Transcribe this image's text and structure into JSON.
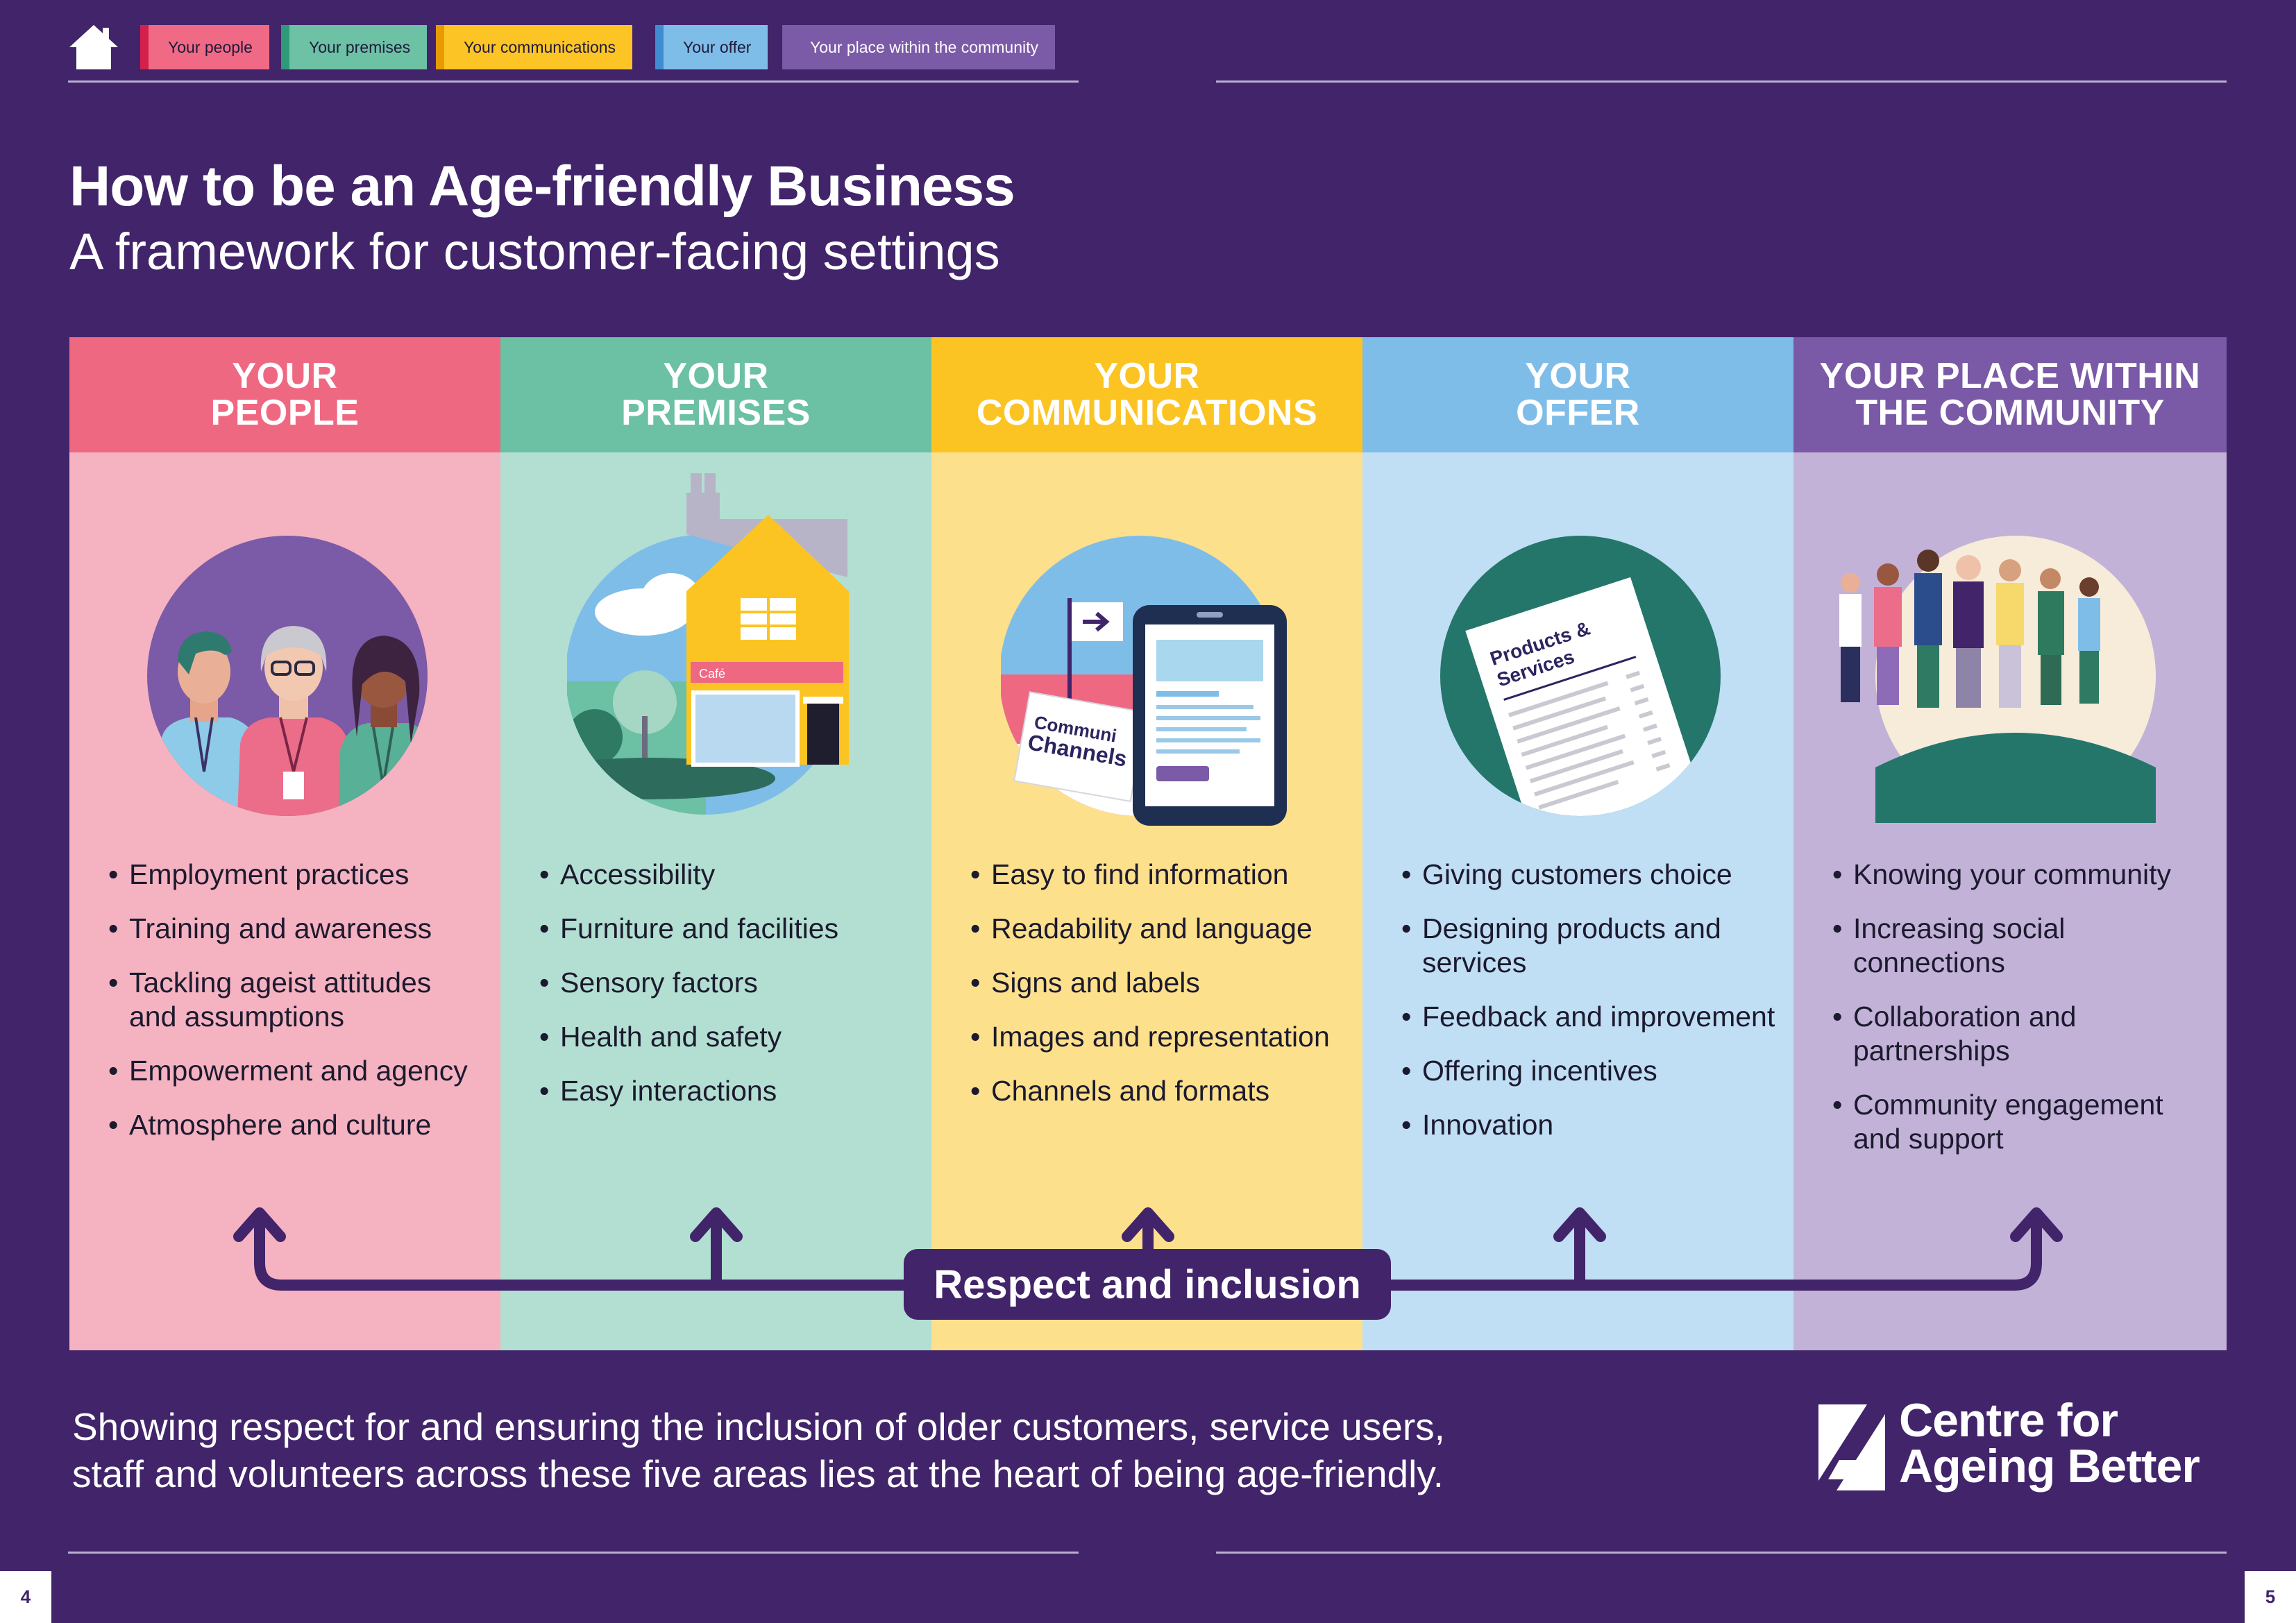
{
  "nav": {
    "home_icon": "home-icon",
    "tabs": [
      {
        "label": "Your people",
        "bg": "#f06a85",
        "accent": "#d3214c"
      },
      {
        "label": "Your premises",
        "bg": "#6dc1a4",
        "accent": "#2f9a7a"
      },
      {
        "label": "Your communications",
        "bg": "#fcc525",
        "accent": "#e89b00"
      },
      {
        "label": "Your offer",
        "bg": "#7fbde9",
        "accent": "#3f8cd0"
      },
      {
        "label": "Your place within the community",
        "bg": "#7b5aa7",
        "accent": "#7b5aa7"
      }
    ]
  },
  "header": {
    "title": "How to be an Age-friendly Business",
    "subtitle": "A framework for customer-facing settings"
  },
  "columns": [
    {
      "heading": [
        "YOUR",
        "PEOPLE"
      ],
      "header_color": "#ef6882",
      "body_color": "#f5b2c1",
      "illustration": "staff-illustration",
      "items": [
        "Employment practices",
        "Training and awareness",
        "Tackling ageist attitudes and assumptions",
        "Empowerment and agency",
        "Atmosphere and culture"
      ]
    },
    {
      "heading": [
        "YOUR",
        "PREMISES"
      ],
      "header_color": "#6cc0a3",
      "body_color": "#b3dfd2",
      "illustration": "cafe-building-illustration",
      "sign_text": "Café",
      "items": [
        "Accessibility",
        "Furniture and facilities",
        "Sensory factors",
        "Health and safety",
        "Easy interactions"
      ]
    },
    {
      "heading": [
        "YOUR",
        "COMMUNICATIONS"
      ],
      "header_color": "#fbc423",
      "body_color": "#fde08c",
      "illustration": "tablet-channels-illustration",
      "card_text": [
        "Communi",
        "Channels"
      ],
      "items": [
        "Easy to find information",
        "Readability and language",
        "Signs and labels",
        "Images and representation",
        "Channels and formats"
      ]
    },
    {
      "heading": [
        "YOUR",
        "OFFER"
      ],
      "header_color": "#7fbde9",
      "body_color": "#c0def4",
      "illustration": "products-document-illustration",
      "doc_text": [
        "Products &",
        "Services"
      ],
      "items": [
        "Giving customers choice",
        "Designing products and services",
        "Feedback and improvement",
        "Offering incentives",
        "Innovation"
      ]
    },
    {
      "heading": [
        "YOUR PLACE WITHIN",
        "THE COMMUNITY"
      ],
      "header_color": "#7a59a6",
      "body_color": "#c2b2d7",
      "illustration": "community-group-illustration",
      "items": [
        "Knowing your community",
        "Increasing social connections",
        "Collaboration and partnerships",
        "Community engagement and support"
      ]
    }
  ],
  "foundation": {
    "label": "Respect and inclusion"
  },
  "footer": {
    "text_lines": [
      "Showing respect for and ensuring the inclusion of older customers, service users,",
      "staff and volunteers across these five areas lies at the heart of being age-friendly."
    ],
    "logo_lines": [
      "Centre for",
      "Ageing Better"
    ],
    "page_left": "4",
    "page_right": "5"
  }
}
